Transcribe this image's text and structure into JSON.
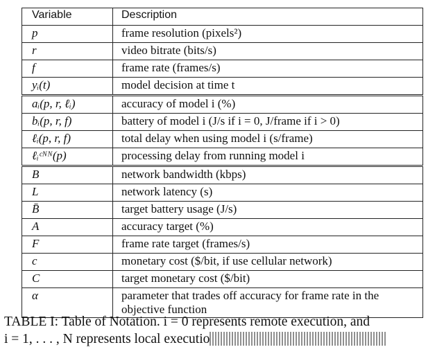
{
  "table": {
    "header": {
      "variable": "Variable",
      "description": "Description"
    },
    "groups": [
      [
        {
          "var": "p",
          "desc": "frame resolution (pixels²)"
        },
        {
          "var": "r",
          "desc": "video bitrate (bits/s)"
        },
        {
          "var": "f",
          "desc": "frame rate (frames/s)"
        },
        {
          "var": "yᵢ(t)",
          "desc": "model decision at time t"
        }
      ],
      [
        {
          "var": "aᵢ(p, r, ℓᵢ)",
          "desc": "accuracy of model i (%)"
        },
        {
          "var": "bᵢ(p, r, f)",
          "desc": "battery of model i (J/s if i = 0, J/frame if i > 0)"
        },
        {
          "var": "ℓᵢ(p, r, f)",
          "desc": "total delay when using model i (s/frame)"
        },
        {
          "var": "ℓᵢᶜᴺᴺ(p)",
          "desc": "processing delay from running model i"
        }
      ],
      [
        {
          "var": "B",
          "desc": "network bandwidth (kbps)"
        },
        {
          "var": "L",
          "desc": "network latency (s)"
        },
        {
          "var": "B̄",
          "desc": "target battery usage (J/s)"
        },
        {
          "var": "A",
          "desc": "accuracy target (%)"
        },
        {
          "var": "F",
          "desc": "frame rate target (frames/s)"
        },
        {
          "var": "c",
          "desc": "monetary cost ($/bit, if use cellular network)"
        },
        {
          "var": "C",
          "desc": "target monetary cost ($/bit)"
        },
        {
          "var": "α",
          "desc": "parameter that trades off accuracy for frame rate in the objective function"
        }
      ]
    ]
  },
  "caption": {
    "line1": "TABLE I: Table of Notation. i = 0 represents remote execution, and",
    "line2": "i = 1, . . . , N represents local executio"
  }
}
